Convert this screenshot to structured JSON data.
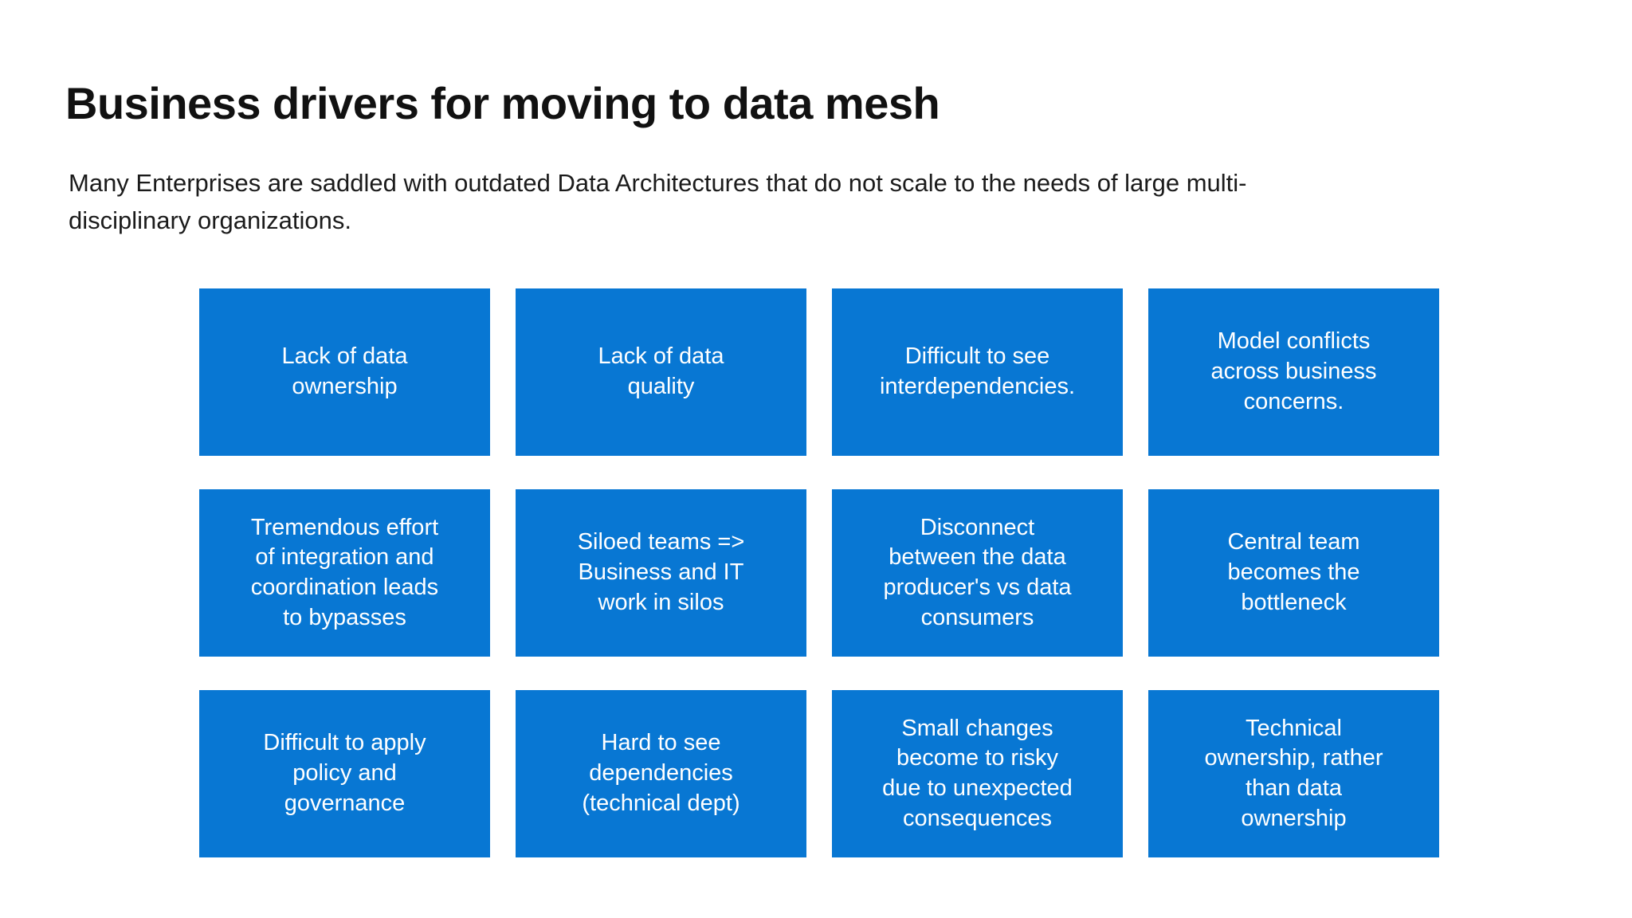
{
  "slide": {
    "title": "Business drivers for moving to data mesh",
    "subtitle": "Many Enterprises are saddled with outdated Data Architectures that do not scale to the needs of large multi-\ndisciplinary organizations.",
    "accent_color": "#0877d3",
    "box_text_color": "#ffffff"
  },
  "boxes": [
    {
      "label": "Lack of data\nownership"
    },
    {
      "label": "Lack of data\nquality"
    },
    {
      "label": "Difficult to see\ninterdependencies."
    },
    {
      "label": "Model conflicts\nacross business\nconcerns."
    },
    {
      "label": "Tremendous effort\nof integration and\ncoordination leads\nto bypasses"
    },
    {
      "label": "Siloed teams =>\nBusiness and IT\nwork in silos"
    },
    {
      "label": "Disconnect\nbetween the data\nproducer's vs data\nconsumers"
    },
    {
      "label": "Central team\nbecomes the\nbottleneck"
    },
    {
      "label": "Difficult to apply\npolicy and\ngovernance"
    },
    {
      "label": "Hard to see\ndependencies\n(technical dept)"
    },
    {
      "label": "Small changes\nbecome to risky\ndue to unexpected\nconsequences"
    },
    {
      "label": "Technical\nownership, rather\nthan data\nownership"
    }
  ]
}
